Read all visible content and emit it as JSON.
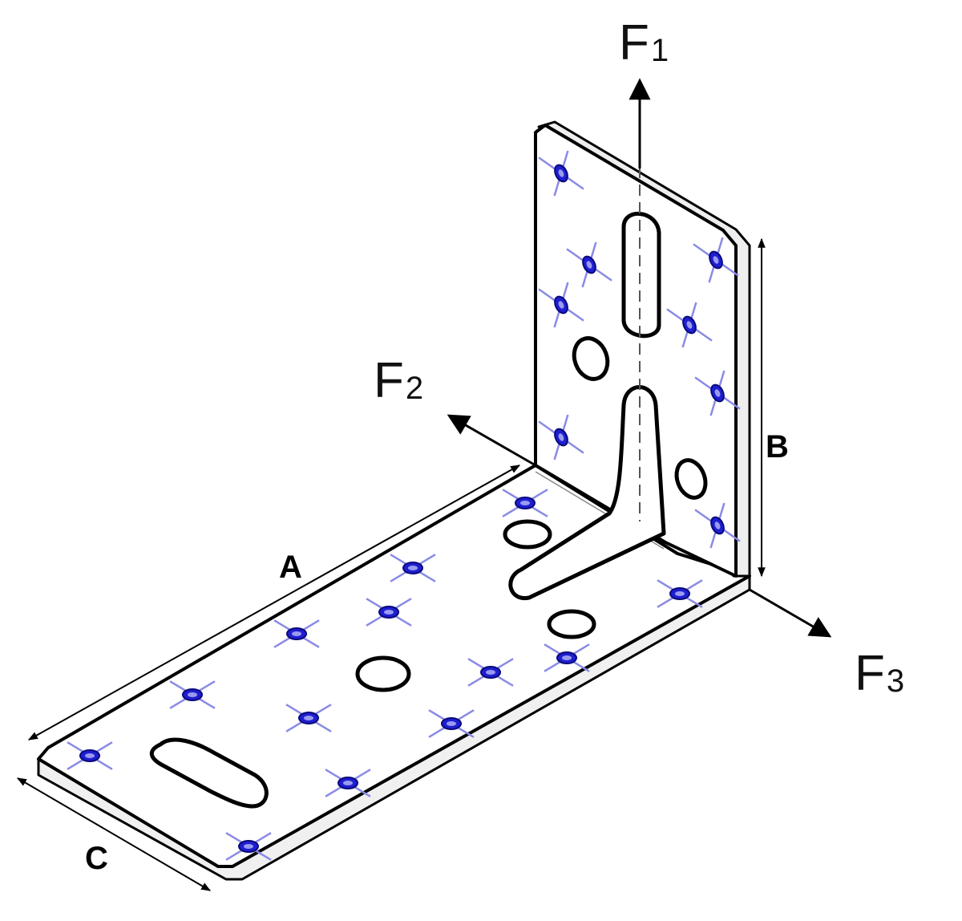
{
  "diagram": {
    "dimensions": {
      "a": "A",
      "b": "B",
      "c": "C"
    },
    "forces": {
      "f1": {
        "letter": "F",
        "index": "1"
      },
      "f2": {
        "letter": "F",
        "index": "2"
      },
      "f3": {
        "letter": "F",
        "index": "3"
      }
    },
    "colors": {
      "outline": "#000000",
      "plate": "#ffffff",
      "nail_hole": "#1e1ed2",
      "nail_cross": "#8a8ae6"
    }
  }
}
